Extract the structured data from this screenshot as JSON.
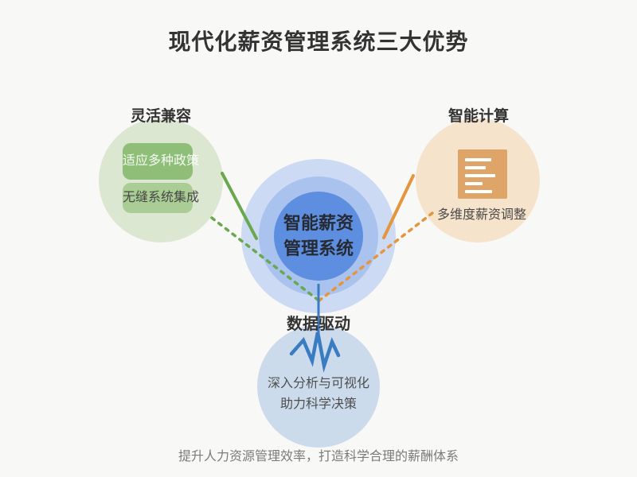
{
  "title": "现代化薪资管理系统三大优势",
  "footer": "提升人力资源管理效率，打造科学合理的薪酬体系",
  "center": {
    "line1": "智能薪资",
    "line2": "管理系统"
  },
  "branches": {
    "flexible": {
      "title": "灵活兼容",
      "item1": "适应多种政策",
      "item2": "无缝系统集成"
    },
    "smart": {
      "title": "智能计算",
      "caption": "多维度薪资调整",
      "icon": "document-lines-icon"
    },
    "data": {
      "title": "数据驱动",
      "line1": "深入分析与可视化",
      "line2": "助力科学决策",
      "icon": "waveform-icon"
    }
  },
  "colors": {
    "background": "#f8f8f6",
    "title_text": "#333333",
    "green_circle": "#dbe7d1",
    "green_item_dark": "#8ebe77",
    "green_item_light": "#a9cd94",
    "green_line": "#6aa84f",
    "orange_circle": "#f6e3cb",
    "orange_icon": "#dfa468",
    "orange_line": "#e6953f",
    "center_outer_ring": "#cddaf3",
    "center_middle_ring": "#a9c2ee",
    "center_inner_circle": "#5e8edf",
    "center_text": "#262b33",
    "bottom_circle": "#ccdbeb",
    "blue_line": "#3a7cc2",
    "body_text": "#4a4a4a",
    "footer_text": "#7b7b7b"
  }
}
